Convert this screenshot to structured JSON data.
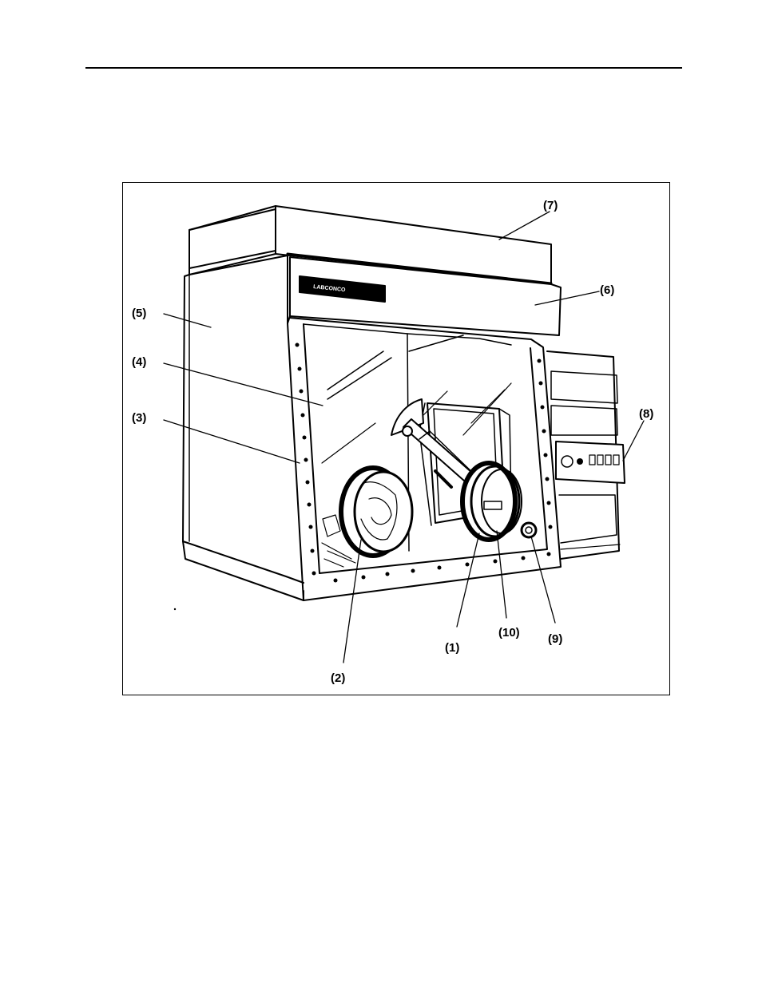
{
  "callouts": [
    {
      "id": "1",
      "text": "(1)"
    },
    {
      "id": "2",
      "text": "(2)"
    },
    {
      "id": "3",
      "text": "(3)"
    },
    {
      "id": "4",
      "text": "(4)"
    },
    {
      "id": "5",
      "text": "(5)"
    },
    {
      "id": "6",
      "text": "(6)"
    },
    {
      "id": "7",
      "text": "(7)"
    },
    {
      "id": "8",
      "text": "(8)"
    },
    {
      "id": "9",
      "text": "(9)"
    },
    {
      "id": "10",
      "text": "(10)"
    }
  ],
  "logo": {
    "text": "LABCONCO"
  },
  "colors": {
    "line": "#000000",
    "background": "#ffffff"
  }
}
